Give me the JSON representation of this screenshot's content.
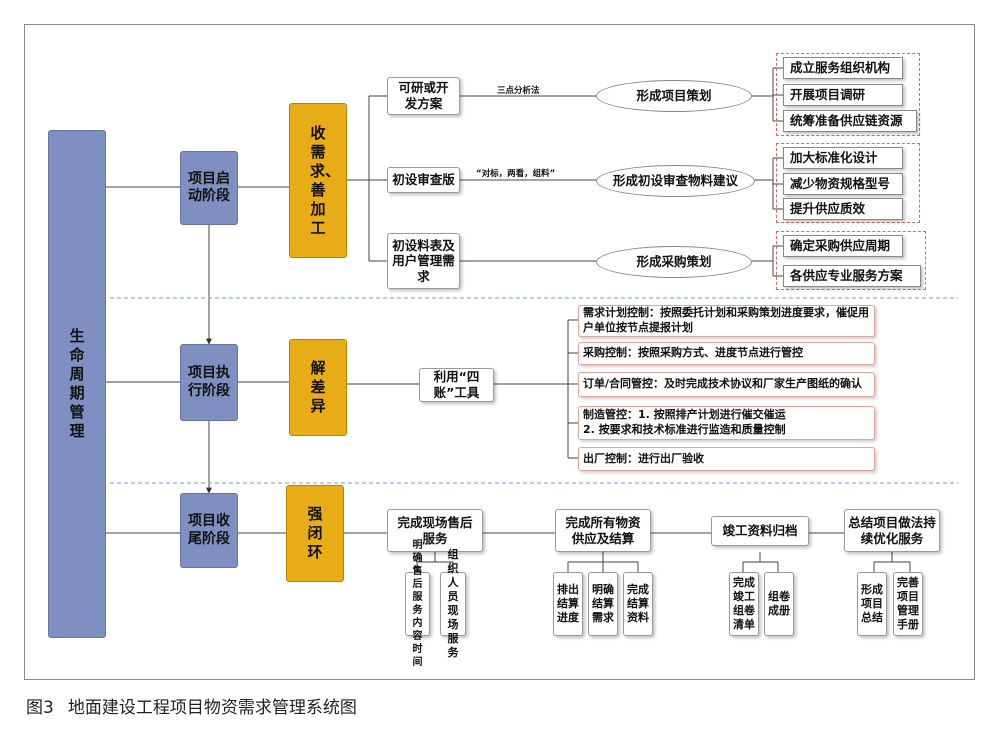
{
  "life_cycle": "生命周期管理",
  "phases": [
    {
      "label": "项目启动阶段",
      "action": "收需求、善加工"
    },
    {
      "label": "项目执行阶段",
      "action": "解差异"
    },
    {
      "label": "项目收尾阶段",
      "action": "强闭环"
    }
  ],
  "start": {
    "inputs": [
      "可研或开发方案",
      "初设审查版",
      "初设料表及用户管理需求"
    ],
    "annotations": [
      "三点分析法",
      "“对标，两看，组料”"
    ],
    "outputs": [
      "形成项目策划",
      "形成初设审查物料建议",
      "形成采购策划"
    ],
    "results": [
      [
        "成立服务组织机构",
        "开展项目调研",
        "统筹准备供应链资源"
      ],
      [
        "加大标准化设计",
        "减少物资规格型号",
        "提升供应质效"
      ],
      [
        "确定采购供应周期",
        "各供应专业服务方案"
      ]
    ]
  },
  "execute": {
    "tool": "利用“四账”工具",
    "controls": [
      "需求计划控制：按照委托计划和采购策划进度要求，催促用户单位按节点提报计划",
      "采购控制：按照采购方式、进度节点进行管控",
      "订单/合同管控：及时完成技术协议和厂家生产图纸的确认",
      "制造管控：1. 按照排产计划进行催交催运\n2. 按要求和技术标准进行监造和质量控制",
      "出厂控制：进行出厂验收"
    ]
  },
  "close": {
    "steps": [
      {
        "label": "完成现场售后服务",
        "subs": [
          "明确售后服务内容时间",
          "组织人员现场服务"
        ]
      },
      {
        "label": "完成所有物资供应及结算",
        "subs": [
          "排出结算进度",
          "明确结算需求",
          "完成结算资料"
        ]
      },
      {
        "label": "竣工资料归档",
        "subs": [
          "完成竣工组卷清单",
          "组卷成册"
        ]
      },
      {
        "label": "总结项目做法持续优化服务",
        "subs": [
          "形成项目总结",
          "完善项目管理手册"
        ]
      }
    ]
  },
  "caption": {
    "fig": "图3",
    "text": "地面建设工程项目物资需求管理系统图"
  }
}
